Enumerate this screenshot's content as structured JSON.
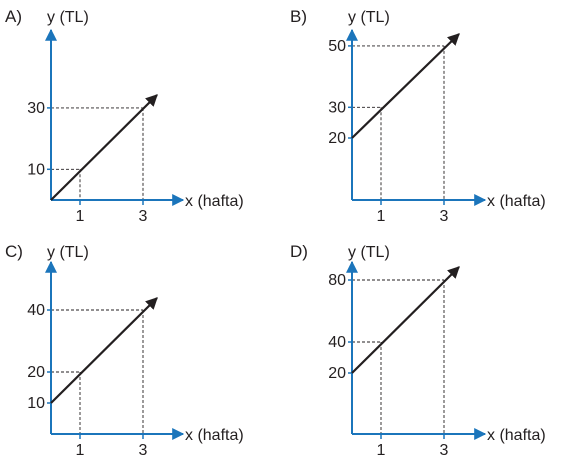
{
  "colors": {
    "axis": "#1b75bb",
    "line": "#231f20",
    "guide": "#231f20",
    "text": "#231f20"
  },
  "chart_data": [
    {
      "type": "line",
      "panel": "A)",
      "xlabel": "x (hafta)",
      "ylabel": "y (TL)",
      "x_ticks": [
        "1",
        "3"
      ],
      "y_ticks": [
        "10",
        "30"
      ],
      "series": [
        {
          "x": [
            0,
            1,
            3
          ],
          "y": [
            0,
            10,
            30
          ]
        }
      ]
    },
    {
      "type": "line",
      "panel": "B)",
      "xlabel": "x (hafta)",
      "ylabel": "y (TL)",
      "x_ticks": [
        "1",
        "3"
      ],
      "y_ticks": [
        "20",
        "30",
        "50"
      ],
      "series": [
        {
          "x": [
            0,
            1,
            3
          ],
          "y": [
            20,
            30,
            50
          ]
        }
      ]
    },
    {
      "type": "line",
      "panel": "C)",
      "xlabel": "x (hafta)",
      "ylabel": "y (TL)",
      "x_ticks": [
        "1",
        "3"
      ],
      "y_ticks": [
        "10",
        "20",
        "40"
      ],
      "series": [
        {
          "x": [
            0,
            1,
            3
          ],
          "y": [
            10,
            20,
            40
          ]
        }
      ]
    },
    {
      "type": "line",
      "panel": "D)",
      "xlabel": "x (hafta)",
      "ylabel": "y (TL)",
      "x_ticks": [
        "1",
        "3"
      ],
      "y_ticks": [
        "20",
        "40",
        "80"
      ],
      "series": [
        {
          "x": [
            0,
            1,
            3
          ],
          "y": [
            20,
            40,
            80
          ]
        }
      ]
    }
  ]
}
